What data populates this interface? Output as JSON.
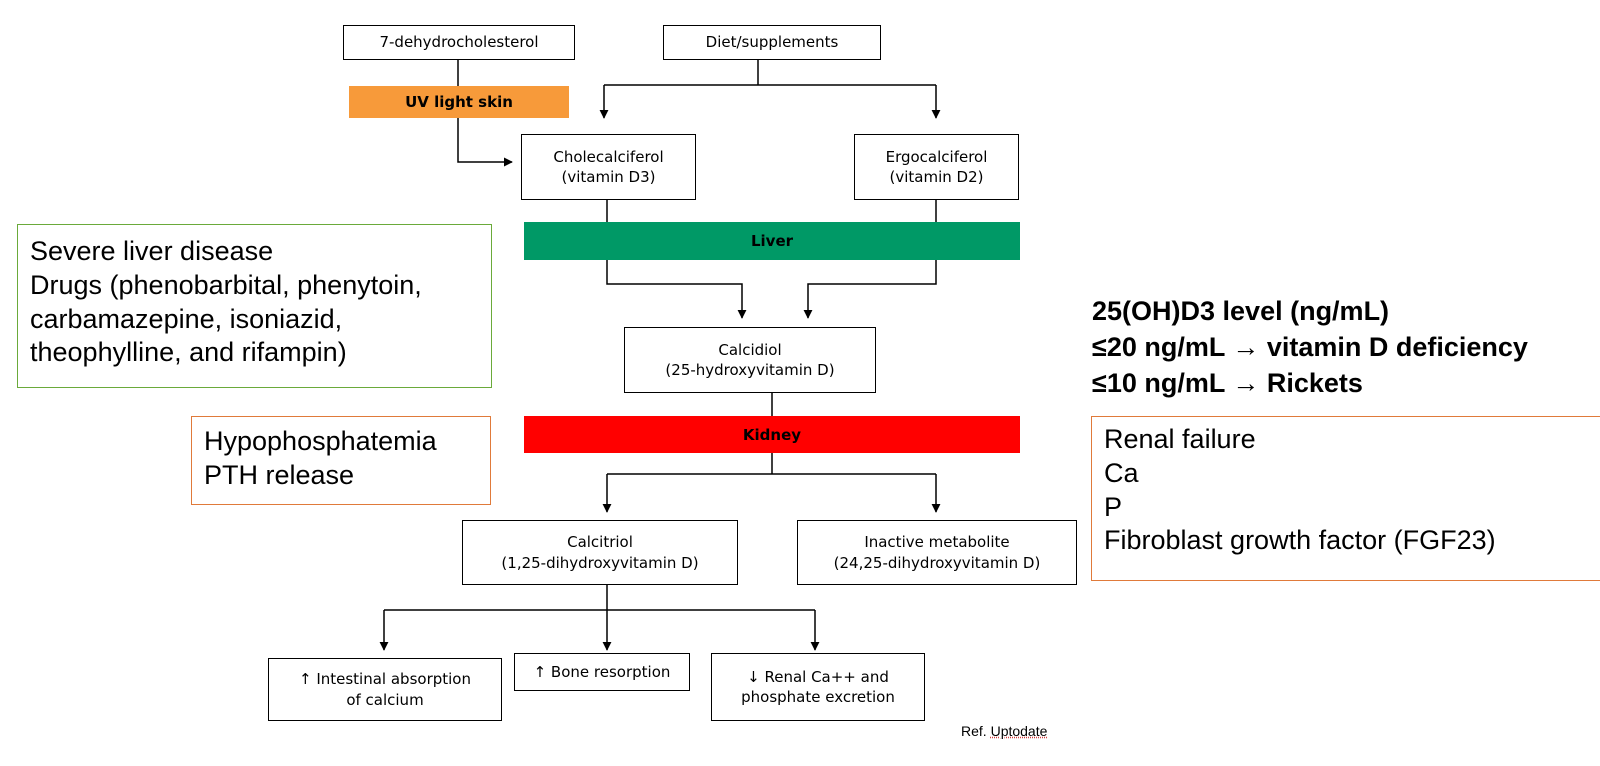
{
  "nodes": {
    "dehydro": {
      "lines": [
        "7-dehydrocholesterol"
      ]
    },
    "diet": {
      "lines": [
        "Diet/supplements"
      ]
    },
    "chole": {
      "lines": [
        "Cholecalciferol",
        "(vitamin D3)"
      ]
    },
    "ergo": {
      "lines": [
        "Ergocalciferol",
        "(vitamin D2)"
      ]
    },
    "calcidiol": {
      "lines": [
        "Calcidiol",
        "(25-hydroxyvitamin D)"
      ]
    },
    "calcitriol": {
      "lines": [
        "Calcitriol",
        "(1,25-dihydroxyvitamin D)"
      ]
    },
    "inactive": {
      "lines": [
        "Inactive metabolite",
        "(24,25-dihydroxyvitamin D)"
      ]
    },
    "intestinal": {
      "lines": [
        "↑ Intestinal absorption",
        "of calcium"
      ]
    },
    "bone": {
      "lines": [
        "↑ Bone resorption"
      ]
    },
    "renal": {
      "lines": [
        "↓ Renal Ca++ and",
        "phosphate excretion"
      ]
    }
  },
  "bands": {
    "uv": {
      "label": "UV light skin",
      "color": "#f79a3a"
    },
    "liver": {
      "label": "Liver",
      "color": "#009966"
    },
    "kidney": {
      "label": "Kidney",
      "color": "#ff0000"
    }
  },
  "notes": {
    "liver_factors": [
      "Severe liver disease",
      "Drugs (phenobarbital, phenytoin,",
      "carbamazepine, isoniazid,",
      "theophylline, and rifampin)"
    ],
    "kidney_stimuli": [
      "Hypophosphatemia",
      "PTH release"
    ],
    "kidney_inhibitors": [
      "Renal failure",
      "Ca",
      "P",
      "Fibroblast growth factor (FGF23)"
    ]
  },
  "levels": [
    "25(OH)D3 level (ng/mL)",
    "≤20 ng/mL → vitamin D deficiency",
    "≤10 ng/mL → Rickets"
  ],
  "reference": {
    "prefix": "Ref. ",
    "source": "Uptodate"
  }
}
